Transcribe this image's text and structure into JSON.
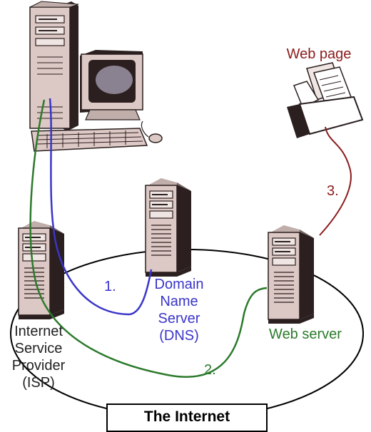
{
  "labels": {
    "isp": "Internet\nService\nProvider\n(ISP)",
    "dns": "Domain\nName\nServer\n(DNS)",
    "web_server": "Web server",
    "web_page": "Web page",
    "internet": "The Internet"
  },
  "steps": {
    "one": "1.",
    "two": "2.",
    "three": "3."
  },
  "icons": {
    "client": "desktop-computer-icon",
    "isp": "server-tower-icon",
    "dns": "server-tower-icon",
    "web": "server-tower-icon",
    "page": "open-folder-document-icon"
  },
  "colors": {
    "step1": "#3a35c8",
    "step2": "#2c7a2c",
    "step3": "#8b1a1a",
    "server_body": "#dcc8c4",
    "server_side": "#2b1f1f"
  }
}
